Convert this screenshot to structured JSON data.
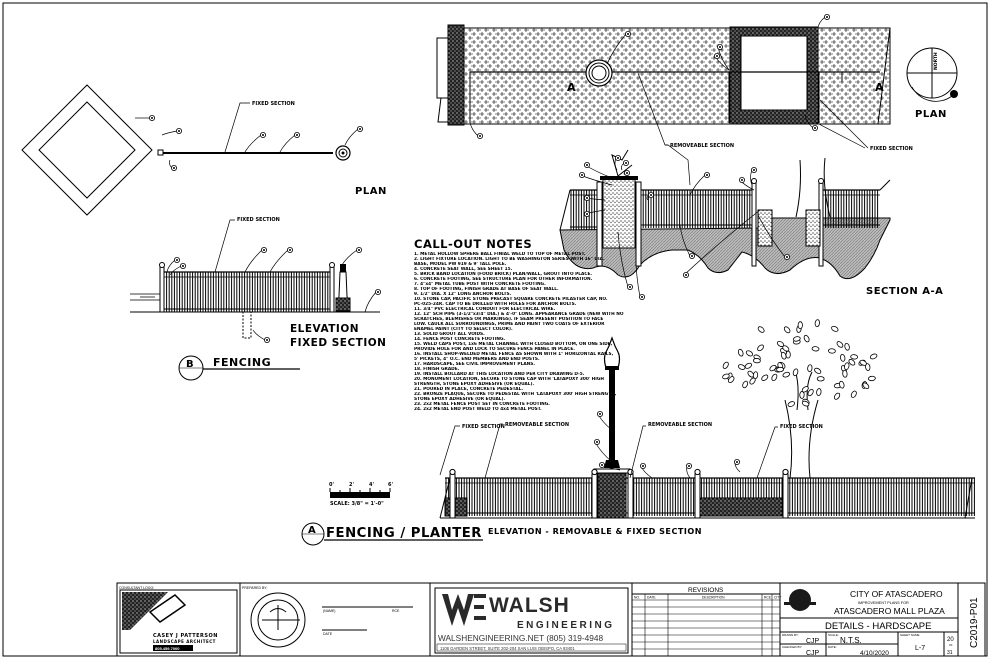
{
  "sheet": {
    "plan_b_label": "PLAN",
    "plan_b_leader": "FIXED SECTION",
    "elev_b_leader": "FIXED SECTION",
    "elev_b_title_1": "ELEVATION",
    "elev_b_title_2": "FIXED SECTION",
    "detail_b_letter": "B",
    "detail_b_title": "FENCING",
    "plan_a_label": "PLAN",
    "plan_a_section_mark": "A",
    "plan_a_removable": "REMOVEABLE SECTION",
    "plan_a_fixed": "FIXED SECTION",
    "north_label": "NORTH",
    "section_label": "SECTION A-A",
    "elev_a_leaders": [
      "FIXED SECTION",
      "REMOVEABLE SECTION",
      "REMOVEABLE SECTION",
      "FIXED SECTION"
    ],
    "scale_ticks": [
      "0'",
      "2'",
      "4'",
      "6'"
    ],
    "scale_text": "SCALE: 3/8\" = 1'-0\"",
    "detail_a_letter": "A",
    "detail_a_title": "FENCING / PLANTER",
    "detail_a_subtitle": "ELEVATION - REMOVABLE & FIXED SECTION"
  },
  "notes": {
    "title": "CALL-OUT NOTES",
    "items": [
      "1. METAL HOLLOW SPHERE BALL FINIAL WELD TO TOP OF METAL POST.",
      "2. LIGHT FIXTURE LOCATION. LIGHT TO BE WASHINGTON SERIES WITH 16\" DIA.",
      "BASE, MODEL PW 919 & 9' TALL POLE.",
      "4. CONCRETE SEAT WALL, SEE SHEET 15.",
      "5. BRICK BAND LOCATION (FOOD BRICK) PLAN/WALL, GROUT INTO PLACE.",
      "6. CONCRETE FOOTING, SEE STRUCTURE PLAN FOR OTHER INFORMATION.",
      "7. 4\"x4\" METAL TUBE POST WITH CONCRETE FOOTING.",
      "8. TOP OF FOOTING, FINISH GRADE AT BASE OF SEAT WALL.",
      "9. 1/2\" DIA. X 12\" LONG ANCHOR BOLTS.",
      "10. STONE CAP, PACIFIC STONE PRECAST SQUARE CONCRETE PILASTER CAP, NO.",
      "PC-025-24R. CAP TO BE DRILLED WITH HOLES FOR ANCHOR BOLTS.",
      "11. 3/4\" PVC ELECTRICAL CONDUIT FOR ELECTRICAL WIRE.",
      "12. 12\" SCH PIPE (3-1/2\"x3/4\" DIA.) & 4'-0\" LONG. APPEARANCE GRADE (NEW WITH NO",
      "SCRATCHES, BLEMISHES OR MARKINGS). IF SEAM PRESENT POSITION TO FACE",
      "LOW. CAULK ALL SURROUNDINGS, PRIME AND PAINT TWO COATS OF EXTERIOR",
      "ENAMEL PAINT (CITY TO SELECT COLOR).",
      "13. SOLID GROUT ALL VOIDS.",
      "14. FENCE POST CONCRETE FOOTING.",
      "15. WELD CAPS POST, 1x6 METAL CHANNEL WITH CLOSED BOTTOM, ON ONE SIDE,",
      "PROVIDE HOLE FOR AND LOCK TO SECURE FENCE PANEL IN PLACE.",
      "16. INSTALL SHOP-WELDED METAL FENCE AS SHOWN WITH 1\" HORIZONTAL RAILS,",
      "5' PICKETS, 4\" O.C. END MEMBERS AND END POSTS.",
      "17. HARDSCAPE, SEE CIVIL IMPROVEMENT PLANS.",
      "18. FINISH GRADE.",
      "19. INSTALL BOLLARD AT THIS LOCATION AND PER CITY DRAWING D-5.",
      "20. MONUMENT LOCATION, SECURE TO STONE CAP WITH 'LATAPOXY 300' HIGH",
      "STRENGTH, STONE EPOXY ADHESIVE (OR EQUAL).",
      "21. POURED IN PLACE, CONCRETE PEDESTAL.",
      "22. BRONZE PLAQUE, SECURE TO PEDESTAL WITH 'LATAPOXY 300' HIGH STRENGTH,",
      "STONE EPOXY ADHESIVE (OR EQUAL).",
      "23. 2x2 METAL FENCE POST SET IN CONCRETE FOOTING.",
      "24. 2x2 METAL END POST WELD TO 4x4 METAL POST."
    ]
  },
  "title_block": {
    "consultant_logo_label": "CONSULTANT LOGO:",
    "consultant_name": "CASEY J PATTERSON",
    "consultant_title": "LANDSCAPE ARCHITECT",
    "consultant_number": "805.459.7000",
    "prepared_by_label": "PREPARED BY:",
    "name_label": "(NAME)",
    "rce_label": "RCE",
    "date_label": "DATE",
    "firm_name": "WALSH",
    "firm_sub": "ENGINEERING",
    "firm_contact": "WALSHENGINEERING.NET  (805) 319-4948",
    "firm_address": "1108 GARDEN STREET, SUITE 202-204 SAN LUIS OBISPO, CA 93401",
    "revisions_title": "REVISIONS",
    "revisions_columns": [
      "NO.",
      "DATE",
      "DESCRIPTION",
      "RCE",
      "CITY"
    ],
    "city": "CITY OF ATASCADERO",
    "improvement_label": "IMPROVEMENT PLANS FOR",
    "project": "ATASCADERO MALL PLAZA",
    "sheet_title": "DETAILS - HARDSCAPE",
    "drawn_by_label": "DRAWN BY:",
    "drawn_by": "CJP",
    "checked_by_label": "CHECKED BY:",
    "checked_by": "CJP",
    "scale_label": "SCALE:",
    "scale": "N.T.S.",
    "date_field_label": "DATE:",
    "date": "4/10/2020",
    "sheet_name_label": "SHEET NAME",
    "sheet_name": "L-7",
    "sheet_number": "20",
    "of_label": "OF",
    "sheet_total": "31",
    "drawing_number": "C2019-P01"
  }
}
